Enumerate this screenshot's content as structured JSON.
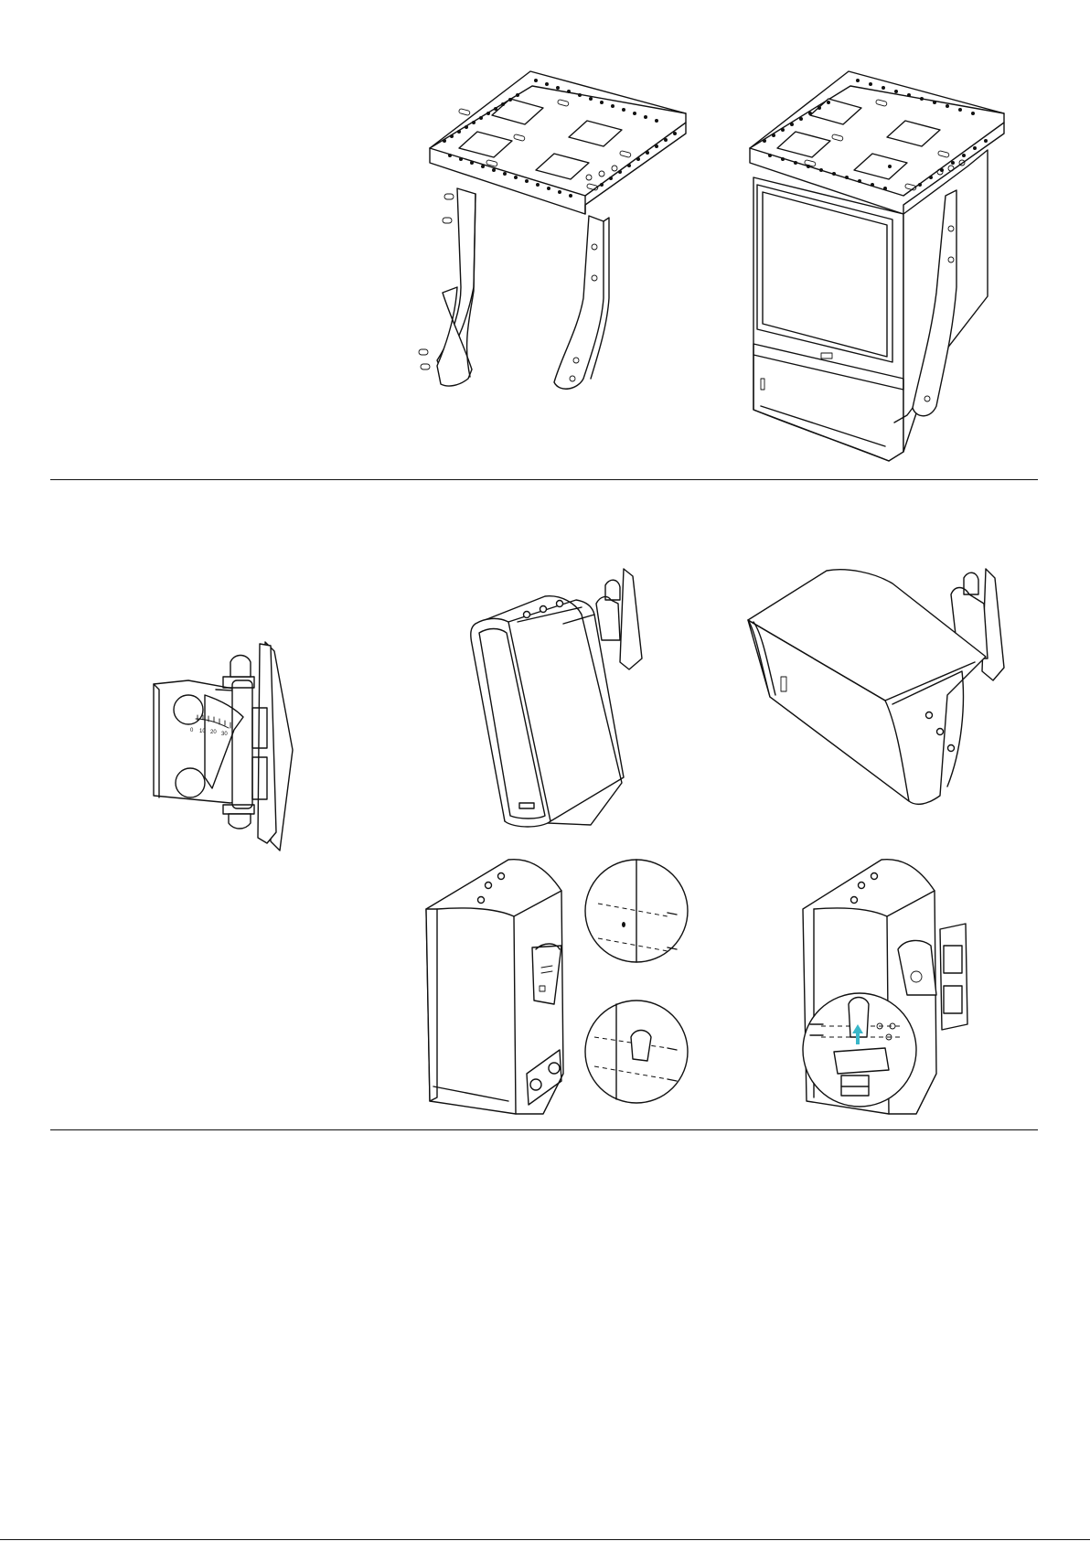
{
  "figures": {
    "bracket_scale": {
      "ticks": [
        "0",
        "10",
        "20",
        "30"
      ]
    }
  },
  "colors": {
    "line": "#111111",
    "background": "#ffffff",
    "accent_arrow": "#39b7c9"
  }
}
